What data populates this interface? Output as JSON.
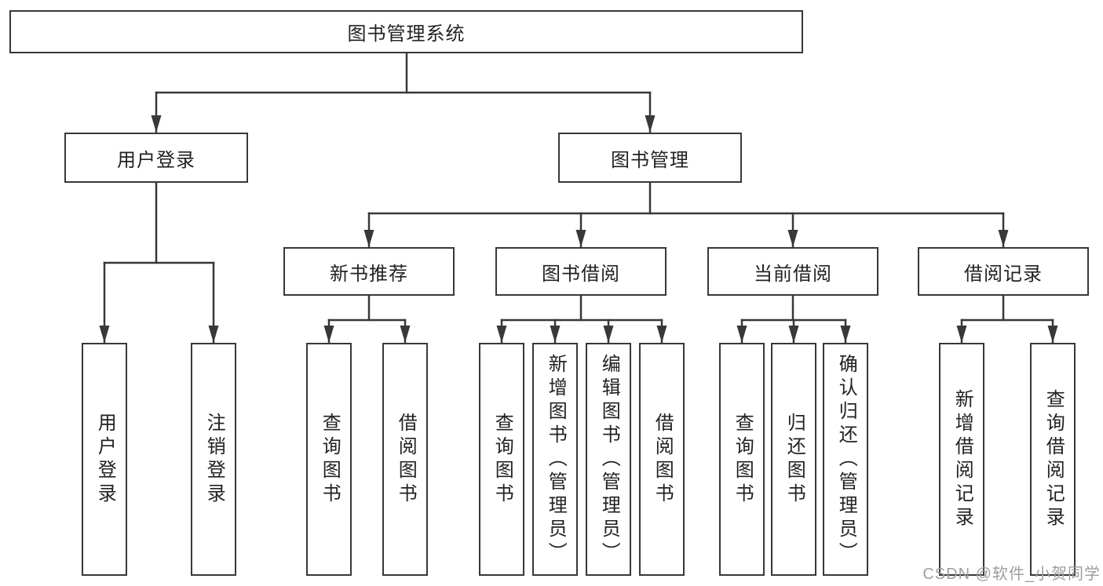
{
  "tree": {
    "root": "图书管理系统",
    "branches": [
      {
        "label": "用户登录",
        "children": [
          {
            "label": "用户登录"
          },
          {
            "label": "注销登录"
          }
        ]
      },
      {
        "label": "图书管理",
        "children": [
          {
            "label": "新书推荐",
            "children": [
              {
                "label": "查询图书"
              },
              {
                "label": "借阅图书"
              }
            ]
          },
          {
            "label": "图书借阅",
            "children": [
              {
                "label": "查询图书"
              },
              {
                "label": "新增图书（管理员）"
              },
              {
                "label": "编辑图书（管理员）"
              },
              {
                "label": "借阅图书"
              }
            ]
          },
          {
            "label": "当前借阅",
            "children": [
              {
                "label": "查询图书"
              },
              {
                "label": "归还图书"
              },
              {
                "label": "确认归还（管理员）"
              }
            ]
          },
          {
            "label": "借阅记录",
            "children": [
              {
                "label": "新增借阅记录"
              },
              {
                "label": "查询借阅记录"
              }
            ]
          }
        ]
      }
    ]
  },
  "watermark": {
    "text": "CSDN @软件_小贺同学"
  },
  "colors": {
    "line": "#383838",
    "text": "#222222",
    "watermark": "#9e9e9e",
    "background": "#ffffff"
  }
}
